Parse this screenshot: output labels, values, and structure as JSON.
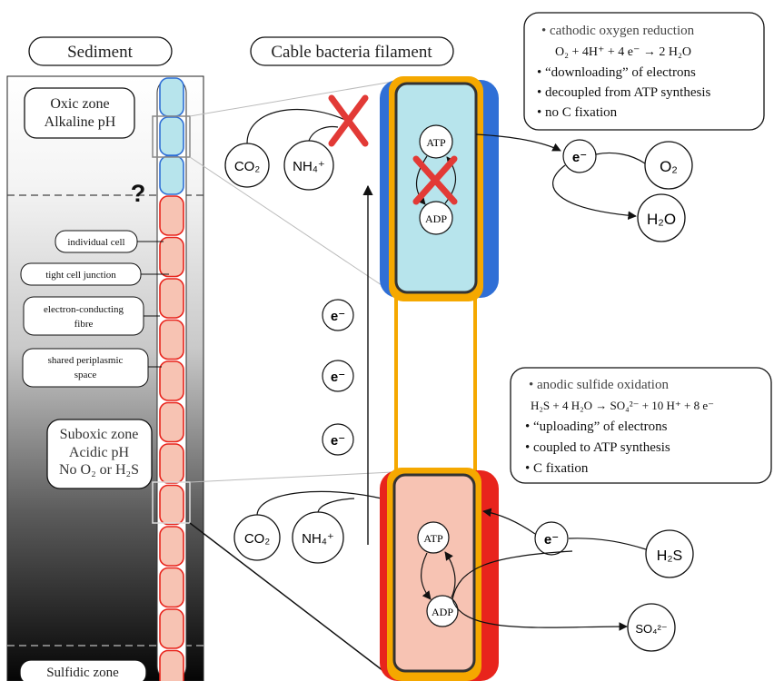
{
  "headers": {
    "sediment": "Sediment",
    "filament": "Cable bacteria filament"
  },
  "zones": {
    "oxic": [
      "Oxic zone",
      "Alkaline pH"
    ],
    "suboxic": [
      "Suboxic zone",
      "Acidic pH",
      "No O₂ or H₂S"
    ],
    "sulfidic": "Sulfidic zone",
    "question": "?"
  },
  "cell_labels": [
    "individual cell",
    "tight cell junction",
    "electron-conducting fibre",
    "shared periplasmic space"
  ],
  "top_box": {
    "title": "• cathodic oxygen reduction",
    "equation": "O₂ + 4H⁺ + 4 e⁻ → 2 H₂O",
    "bullets": [
      "• “downloading” of electrons",
      "• decoupled from ATP synthesis",
      "• no C fixation"
    ]
  },
  "bottom_box": {
    "title": "• anodic sulfide oxidation",
    "equation": "H₂S + 4 H₂O → SO₄²⁻ + 10 H⁺ + 8 e⁻",
    "bullets": [
      "• “uploading” of electrons",
      "• coupled to ATP synthesis",
      "• C fixation"
    ]
  },
  "molecules": {
    "co2": "CO₂",
    "nh4": "NH₄⁺",
    "atp": "ATP",
    "adp": "ADP",
    "electron": "e⁻",
    "o2": "O₂",
    "h2o": "H₂O",
    "h2s": "H₂S",
    "so4": "SO₄²⁻"
  },
  "colors": {
    "oxic_cell": "#b7e4ec",
    "suboxic_cell": "#f7c3b3",
    "conductor": "#f5a800",
    "oxic_sheath": "#2f6fd6",
    "suboxic_sheath": "#e8241c",
    "cross": "#e23a36"
  }
}
